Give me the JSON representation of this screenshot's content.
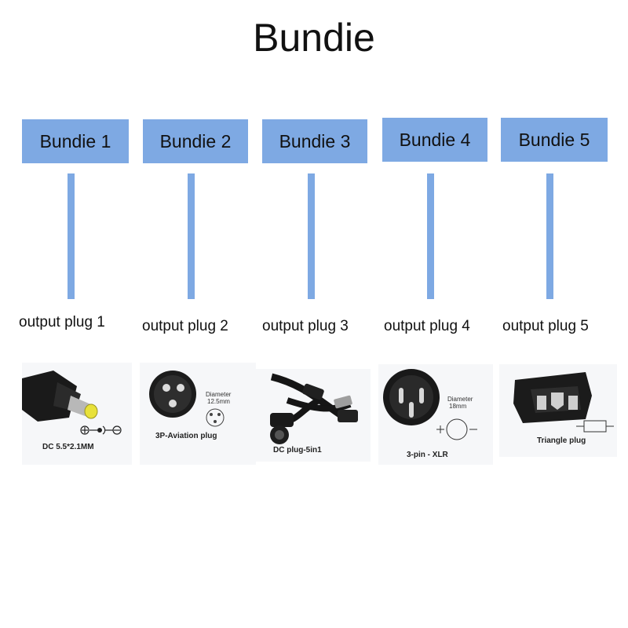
{
  "title": "Bundie",
  "colors": {
    "box": "#7ea9e3",
    "connector": "#7ea9e3",
    "text": "#111111"
  },
  "bundies": [
    {
      "label": "Bundie 1",
      "output": "output plug 1",
      "plug_caption": "DC 5.5*2.1MM",
      "extra": [],
      "icon": "dc-barrel-plug-icon"
    },
    {
      "label": "Bundie 2",
      "output": "output plug 2",
      "plug_caption": "3P-Aviation plug",
      "extra": [
        "Diameter",
        "12.5mm"
      ],
      "icon": "aviation-plug-icon"
    },
    {
      "label": "Bundie 3",
      "output": "output plug 3",
      "plug_caption": "DC plug-5in1",
      "extra": [],
      "icon": "dc-5in1-cable-icon"
    },
    {
      "label": "Bundie 4",
      "output": "output plug 4",
      "plug_caption": "3-pin - XLR",
      "extra": [
        "Diameter",
        "18mm"
      ],
      "icon": "xlr-plug-icon"
    },
    {
      "label": "Bundie 5",
      "output": "output plug 5",
      "plug_caption": "Triangle plug",
      "extra": [],
      "icon": "triangle-plug-icon"
    }
  ]
}
